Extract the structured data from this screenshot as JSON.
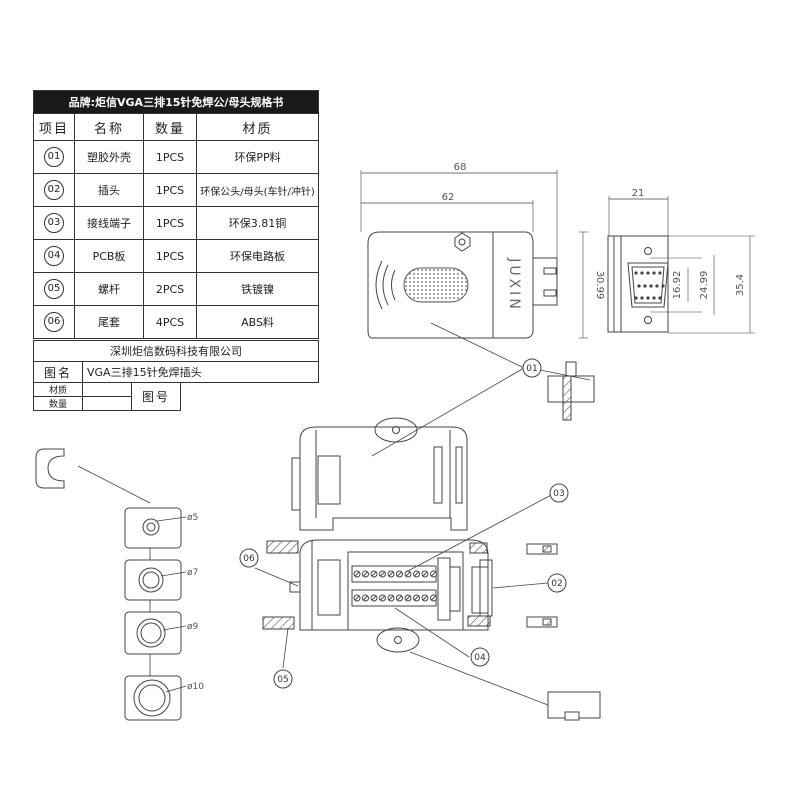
{
  "spec": {
    "title": "品牌:炬信VGA三排15针免焊公/母头规格书",
    "headers": [
      "项目",
      "名称",
      "数量",
      "材质"
    ],
    "rows": [
      {
        "no": "01",
        "name": "塑胶外壳",
        "qty": "1PCS",
        "material": "环保PP料"
      },
      {
        "no": "02",
        "name": "插头",
        "qty": "1PCS",
        "material": "环保公头/母头(车针/冲针)"
      },
      {
        "no": "03",
        "name": "接线端子",
        "qty": "1PCS",
        "material": "环保3.81铜"
      },
      {
        "no": "04",
        "name": "PCB板",
        "qty": "1PCS",
        "material": "环保电路板"
      },
      {
        "no": "05",
        "name": "螺杆",
        "qty": "2PCS",
        "material": "铁镀镍"
      },
      {
        "no": "06",
        "name": "尾套",
        "qty": "4PCS",
        "material": "ABS料"
      }
    ]
  },
  "title_block": {
    "company": "深圳炬信数码科技有限公司",
    "drawing_name_label": "图名",
    "drawing_name": "VGA三排15针免焊插头",
    "material_label": "材质",
    "quantity_label": "数量",
    "drawing_no_label": "图号"
  },
  "dimensions": {
    "d68": "68",
    "d62": "62",
    "d21": "21",
    "d30_99": "30.99",
    "d16_92": "16.92",
    "d24_99": "24.99",
    "d35_4": "35.4"
  },
  "brand_mark": "JUXIN",
  "sleeve_sizes": [
    "ø5",
    "ø7",
    "ø9",
    "ø10"
  ],
  "callouts": [
    "01",
    "02",
    "03",
    "04",
    "05",
    "06"
  ]
}
